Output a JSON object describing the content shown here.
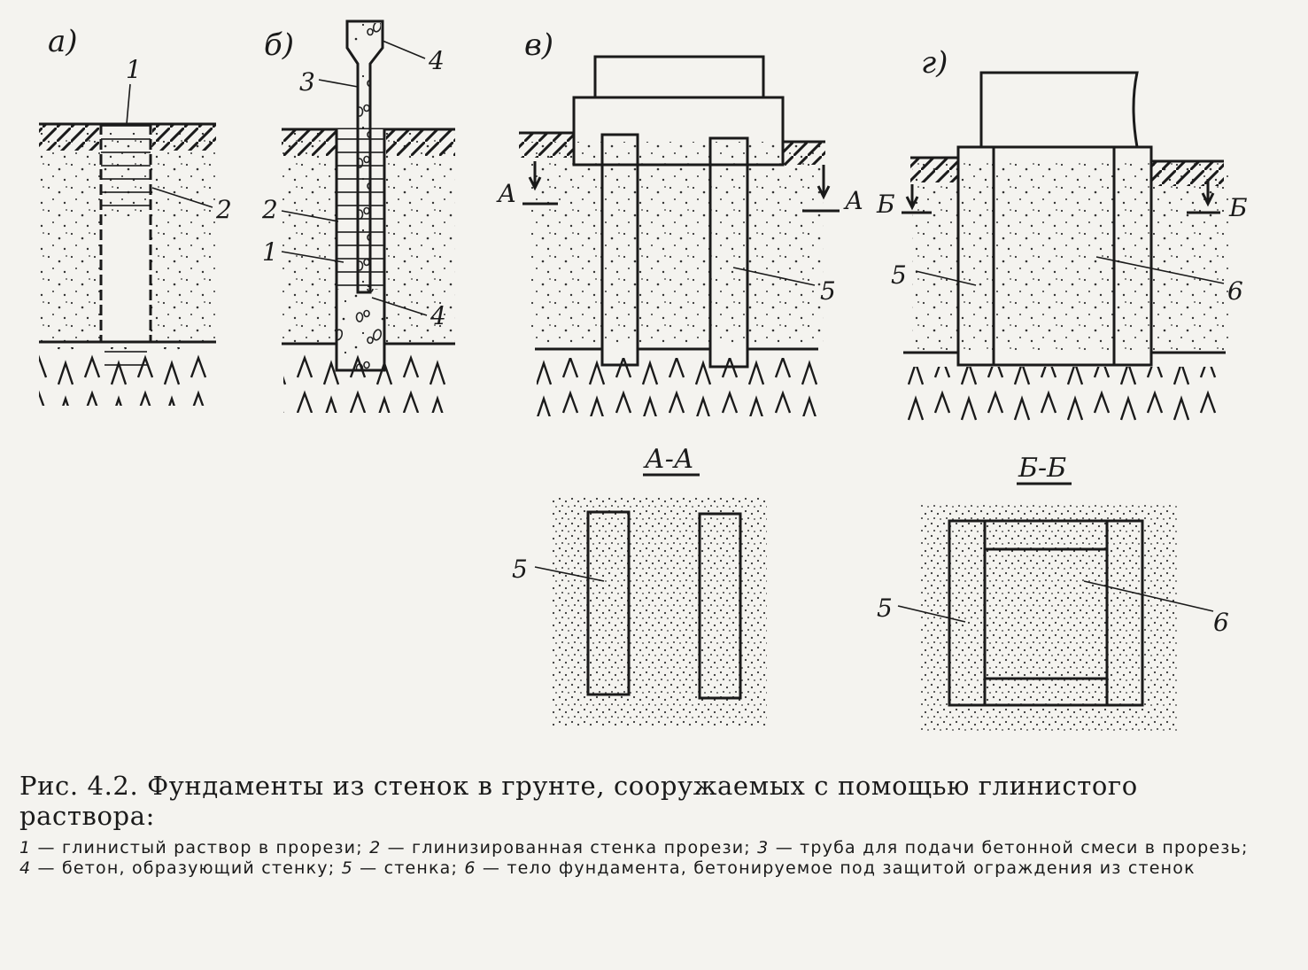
{
  "panels": {
    "a": {
      "label": "а)",
      "callouts": [
        "1",
        "2"
      ]
    },
    "b": {
      "label": "б)",
      "callouts": [
        "4",
        "3",
        "2",
        "1",
        "4"
      ]
    },
    "v": {
      "label": "в)",
      "callouts": [
        "5"
      ],
      "section_marks": [
        "А",
        "А"
      ]
    },
    "g": {
      "label": "г)",
      "callouts": [
        "5",
        "6"
      ],
      "section_marks": [
        "Б",
        "Б"
      ]
    }
  },
  "sections": {
    "aa": {
      "title": "А-А",
      "callouts": [
        "5"
      ]
    },
    "bb": {
      "title": "Б-Б",
      "callouts": [
        "5",
        "6"
      ]
    }
  },
  "caption": {
    "title": "Рис. 4.2. Фундаменты из стенок в грунте, сооружаемых с помощью глинистого раствора:",
    "legend": [
      {
        "num": "1",
        "text": " — глинистый раствор в прорези; "
      },
      {
        "num": "2",
        "text": " — глинизированная стенка прорези; "
      },
      {
        "num": "3",
        "text": " — труба для подачи бетонной смеси в прорезь; "
      },
      {
        "num": "4",
        "text": " — бетон, образующий стенку; "
      },
      {
        "num": "5",
        "text": " — стенка; "
      },
      {
        "num": "6",
        "text": " — тело фундамента, бетонируемое под защитой ограждения из стенок"
      }
    ]
  }
}
